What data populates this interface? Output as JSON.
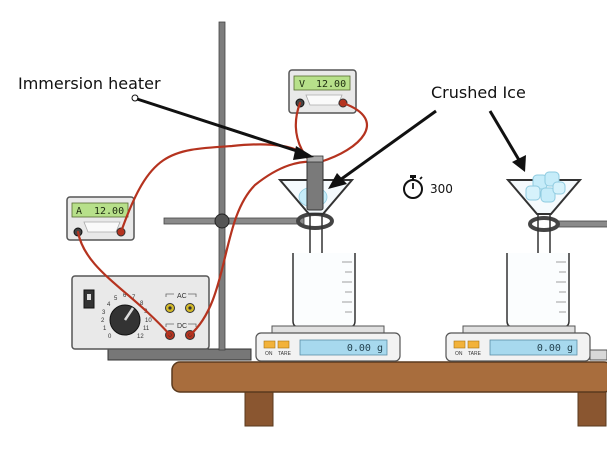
{
  "labels": {
    "immersion_heater": "Immersion heater",
    "crushed_ice": "Crushed Ice"
  },
  "voltmeter": {
    "unit": "V",
    "value": "12.00"
  },
  "ammeter": {
    "unit": "A",
    "value": "12.00"
  },
  "timer": {
    "value": "300",
    "icon": "stopwatch-icon"
  },
  "power_supply": {
    "ac_label": "AC",
    "dc_label": "DC",
    "dial_ticks": [
      "0",
      "1",
      "2",
      "3",
      "4",
      "5",
      "6",
      "7",
      "8",
      "9",
      "10",
      "11",
      "12"
    ]
  },
  "scale_left": {
    "reading": "0.00 g",
    "on_label": "ON",
    "tare_label": "TARE"
  },
  "scale_right": {
    "reading": "0.00 g",
    "on_label": "ON",
    "tare_label": "TARE"
  },
  "colors": {
    "wire": "#b5331f",
    "meter_screen": "#b7e08a",
    "scale_screen": "#a7d9ee",
    "bench_top": "#a86d3d",
    "bench_leg": "#8a5630",
    "rod": "#7d7d7d",
    "ice": "#c6ecf9"
  }
}
